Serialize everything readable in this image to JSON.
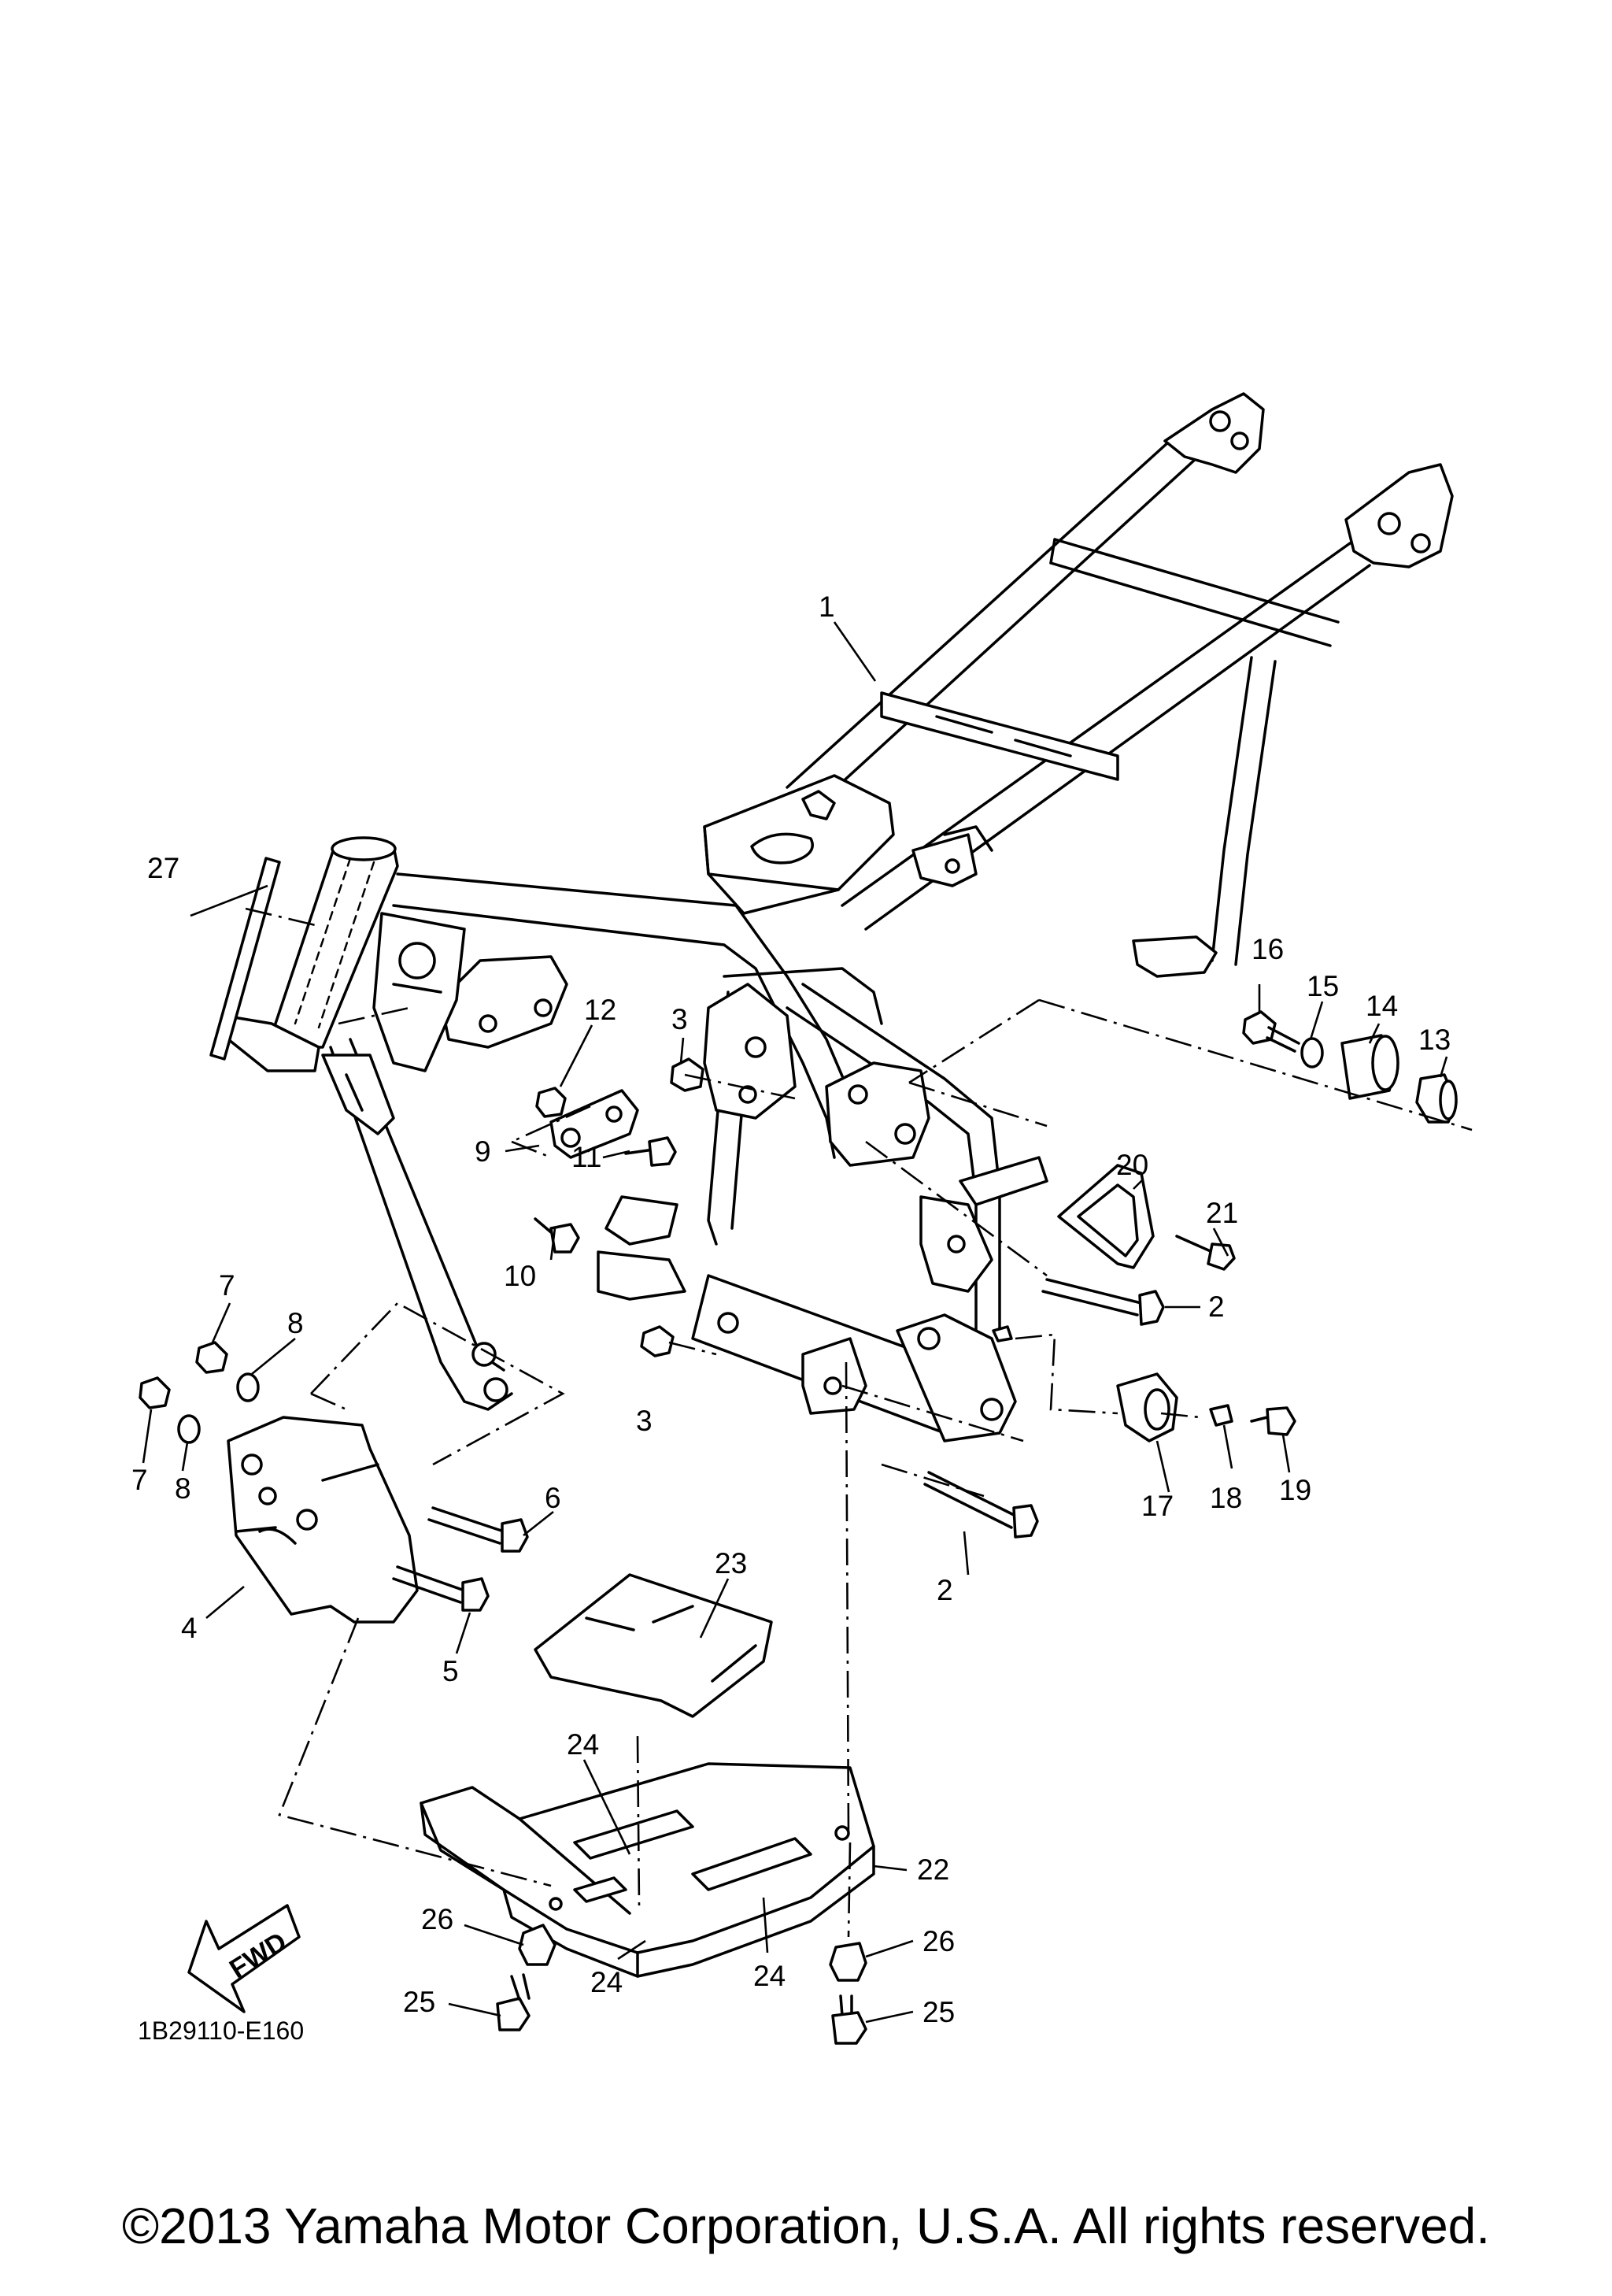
{
  "diagram": {
    "code": "1B29110-E160",
    "fwd_label": "FWD",
    "copyright": "©2013 Yamaha Motor Corporation, U.S.A. All rights reserved.",
    "callouts": [
      {
        "id": "c1",
        "text": "1"
      },
      {
        "id": "c2a",
        "text": "2"
      },
      {
        "id": "c2b",
        "text": "2"
      },
      {
        "id": "c3a",
        "text": "3"
      },
      {
        "id": "c3b",
        "text": "3"
      },
      {
        "id": "c4",
        "text": "4"
      },
      {
        "id": "c5",
        "text": "5"
      },
      {
        "id": "c6",
        "text": "6"
      },
      {
        "id": "c7a",
        "text": "7"
      },
      {
        "id": "c7b",
        "text": "7"
      },
      {
        "id": "c8a",
        "text": "8"
      },
      {
        "id": "c8b",
        "text": "8"
      },
      {
        "id": "c9",
        "text": "9"
      },
      {
        "id": "c10",
        "text": "10"
      },
      {
        "id": "c11",
        "text": "11"
      },
      {
        "id": "c12",
        "text": "12"
      },
      {
        "id": "c13",
        "text": "13"
      },
      {
        "id": "c14",
        "text": "14"
      },
      {
        "id": "c15",
        "text": "15"
      },
      {
        "id": "c16",
        "text": "16"
      },
      {
        "id": "c17",
        "text": "17"
      },
      {
        "id": "c18",
        "text": "18"
      },
      {
        "id": "c19",
        "text": "19"
      },
      {
        "id": "c20",
        "text": "20"
      },
      {
        "id": "c21",
        "text": "21"
      },
      {
        "id": "c22",
        "text": "22"
      },
      {
        "id": "c23",
        "text": "23"
      },
      {
        "id": "c24a",
        "text": "24"
      },
      {
        "id": "c24b",
        "text": "24"
      },
      {
        "id": "c24c",
        "text": "24"
      },
      {
        "id": "c25a",
        "text": "25"
      },
      {
        "id": "c25b",
        "text": "25"
      },
      {
        "id": "c26a",
        "text": "26"
      },
      {
        "id": "c26b",
        "text": "26"
      },
      {
        "id": "c27",
        "text": "27"
      }
    ]
  }
}
